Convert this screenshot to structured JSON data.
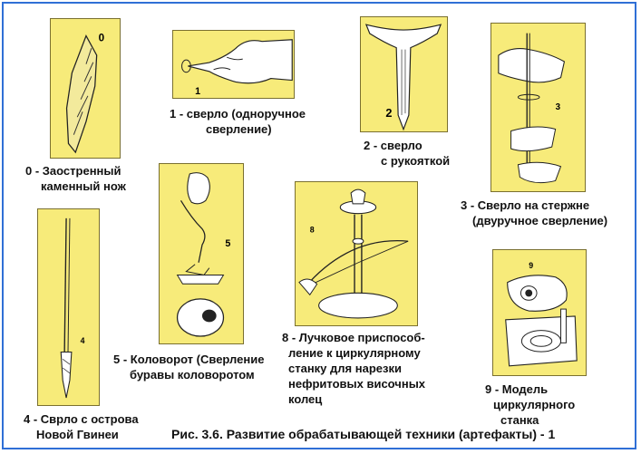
{
  "title": "Рис. 3.6. Развитие обрабатывающей техники (артефакты) - 1",
  "artifacts": [
    {
      "num": "0",
      "caption": [
        "0 - Заостренный",
        "каменный нож"
      ]
    },
    {
      "num": "1",
      "caption": [
        "1 - сверло (одноручное",
        "сверление)"
      ]
    },
    {
      "num": "2",
      "caption": [
        "2 - сверло",
        "с рукояткой"
      ]
    },
    {
      "num": "3",
      "caption": [
        "3 - Сверло на стержне",
        "(двуручное сверление)"
      ]
    },
    {
      "num": "4",
      "caption": [
        "4 - Сврло с острова",
        "Новой Гвинеи"
      ]
    },
    {
      "num": "5",
      "caption": [
        "5 - Коловорот (Сверление",
        "буравы коловоротом"
      ]
    },
    {
      "num": "8",
      "caption": [
        "8 - Лучковое приспособ-",
        "ление  к циркулярному",
        "станку для нарезки",
        "нефритовых височных",
        "колец"
      ]
    },
    {
      "num": "9",
      "caption": [
        "9 - Модель",
        "циркулярного",
        "станка"
      ]
    }
  ],
  "colors": {
    "card": "#f7eb7a",
    "frame_border": "#2f6fd6",
    "line": "#222222"
  }
}
